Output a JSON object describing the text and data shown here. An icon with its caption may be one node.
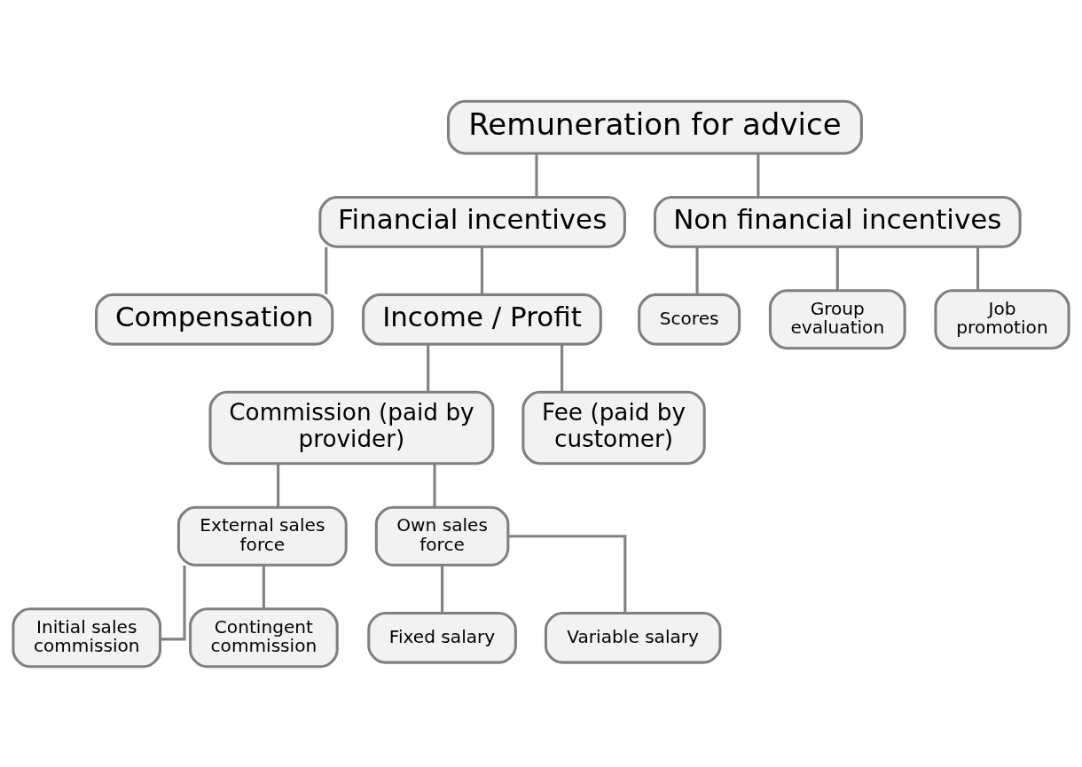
{
  "diagram": {
    "nodes": [
      {
        "text": [
          "Remuneration for advice"
        ]
      },
      {
        "text": [
          "Financial incentives"
        ]
      },
      {
        "text": [
          "Non financial incentives"
        ]
      },
      {
        "text": [
          "Compensation"
        ]
      },
      {
        "text": [
          "Income / Profit"
        ]
      },
      {
        "text": [
          "Commission (paid by provider)"
        ]
      },
      {
        "text": [
          "Fee (paid by customer)"
        ]
      },
      {
        "text": [
          "External sales force"
        ]
      },
      {
        "text": [
          "Own sales force"
        ]
      },
      {
        "text": [
          "Initial sales commission"
        ]
      },
      {
        "text": [
          "Contingent commission"
        ]
      },
      {
        "text": [
          "Fixed salary"
        ]
      },
      {
        "text": [
          "Variable salary"
        ]
      },
      {
        "text": [
          "Scores"
        ]
      },
      {
        "text": [
          "Group evaluation"
        ]
      },
      {
        "text": [
          "Job promotion"
        ]
      }
    ],
    "edges": [
      {
        "from": 0,
        "to": 1,
        "arrow": "none"
      },
      {
        "from": 0,
        "to": 2,
        "arrow": "none"
      },
      {
        "from": 1,
        "to": 3,
        "arrow": "none"
      },
      {
        "from": 1,
        "to": 4,
        "arrow": "none"
      },
      {
        "from": 4,
        "to": 5,
        "arrow": "none"
      },
      {
        "from": 4,
        "to": 6,
        "arrow": "none"
      },
      {
        "from": 5,
        "to": 7,
        "arrow": "none"
      },
      {
        "from": 5,
        "to": 8,
        "arrow": "none"
      },
      {
        "from": 7,
        "to": 9,
        "arrow": "none"
      },
      {
        "from": 7,
        "to": 10,
        "arrow": "none"
      },
      {
        "from": 8,
        "to": 11,
        "arrow": "none"
      },
      {
        "from": 8,
        "to": 12,
        "arrow": "none"
      },
      {
        "from": 2,
        "to": 13,
        "arrow": "none"
      },
      {
        "from": 2,
        "to": 14,
        "arrow": "none"
      },
      {
        "from": 2,
        "to": 15,
        "arrow": "none"
      }
    ]
  }
}
